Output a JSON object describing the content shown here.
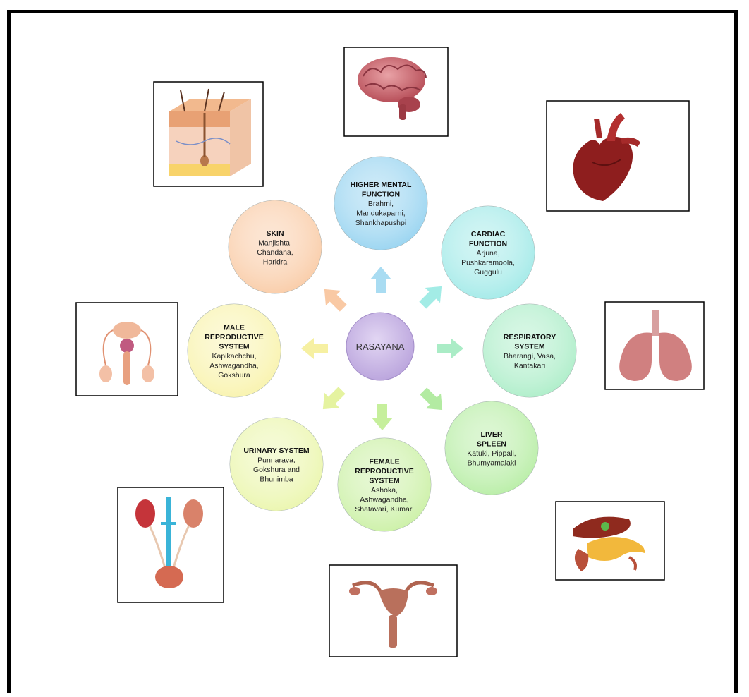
{
  "hub": {
    "label": "RASAYANA"
  },
  "nodes": [
    {
      "id": "higher-mental",
      "title": [
        "HIGHER MENTAL",
        "FUNCTION"
      ],
      "herbs": [
        "Brahmi,",
        "Mandukaparni,",
        "Shankhapushpi"
      ],
      "color": "#8fd0ef"
    },
    {
      "id": "cardiac",
      "title": [
        "CARDIAC",
        "FUNCTION"
      ],
      "herbs": [
        "Arjuna,",
        "Pushkaramoola,",
        "Guggulu"
      ],
      "color": "#9ae8e6"
    },
    {
      "id": "respiratory",
      "title": [
        "RESPIRATORY",
        "SYSTEM"
      ],
      "herbs": [
        "Bharangi, Vasa,",
        "Kantakari"
      ],
      "color": "#a6ecc4"
    },
    {
      "id": "liver",
      "title": [
        "LIVER",
        "SPLEEN"
      ],
      "herbs": [
        "Katuki, Pippali,",
        "Bhumyamalaki"
      ],
      "color": "#b2ec9e"
    },
    {
      "id": "female",
      "title": [
        "FEMALE",
        "REPRODUCTIVE",
        "SYSTEM"
      ],
      "herbs": [
        "Ashoka,",
        "Ashwagandha,",
        "Shatavari, Kumari"
      ],
      "color": "#c7ef9e"
    },
    {
      "id": "urinary",
      "title": [
        "URINARY SYSTEM"
      ],
      "herbs": [
        "Punnarava,",
        "Gokshura and",
        "Bhunimba"
      ],
      "color": "#e9f5a6"
    },
    {
      "id": "male",
      "title": [
        "MALE",
        "REPRODUCTIVE",
        "SYSTEM"
      ],
      "herbs": [
        "Kapikachchu,",
        "Ashwagandha,",
        "Gokshura"
      ],
      "color": "#f8f2a6"
    },
    {
      "id": "skin",
      "title": [
        "SKIN"
      ],
      "herbs": [
        "Manjishta,",
        "Chandana,",
        "Haridra"
      ],
      "color": "#f9c79f"
    }
  ],
  "images": [
    {
      "id": "brain",
      "icon": "brain-icon"
    },
    {
      "id": "skin",
      "icon": "skin-layers-icon"
    },
    {
      "id": "heart",
      "icon": "heart-icon"
    },
    {
      "id": "lungs",
      "icon": "lungs-icon"
    },
    {
      "id": "male-repro",
      "icon": "male-reproductive-icon"
    },
    {
      "id": "kidneys",
      "icon": "kidneys-icon"
    },
    {
      "id": "uterus",
      "icon": "uterus-icon"
    },
    {
      "id": "liver",
      "icon": "liver-pancreas-icon"
    }
  ],
  "colors": {
    "hub": "#c9b3e6",
    "hub_stroke": "#a28cc8",
    "frame": "#000000"
  }
}
